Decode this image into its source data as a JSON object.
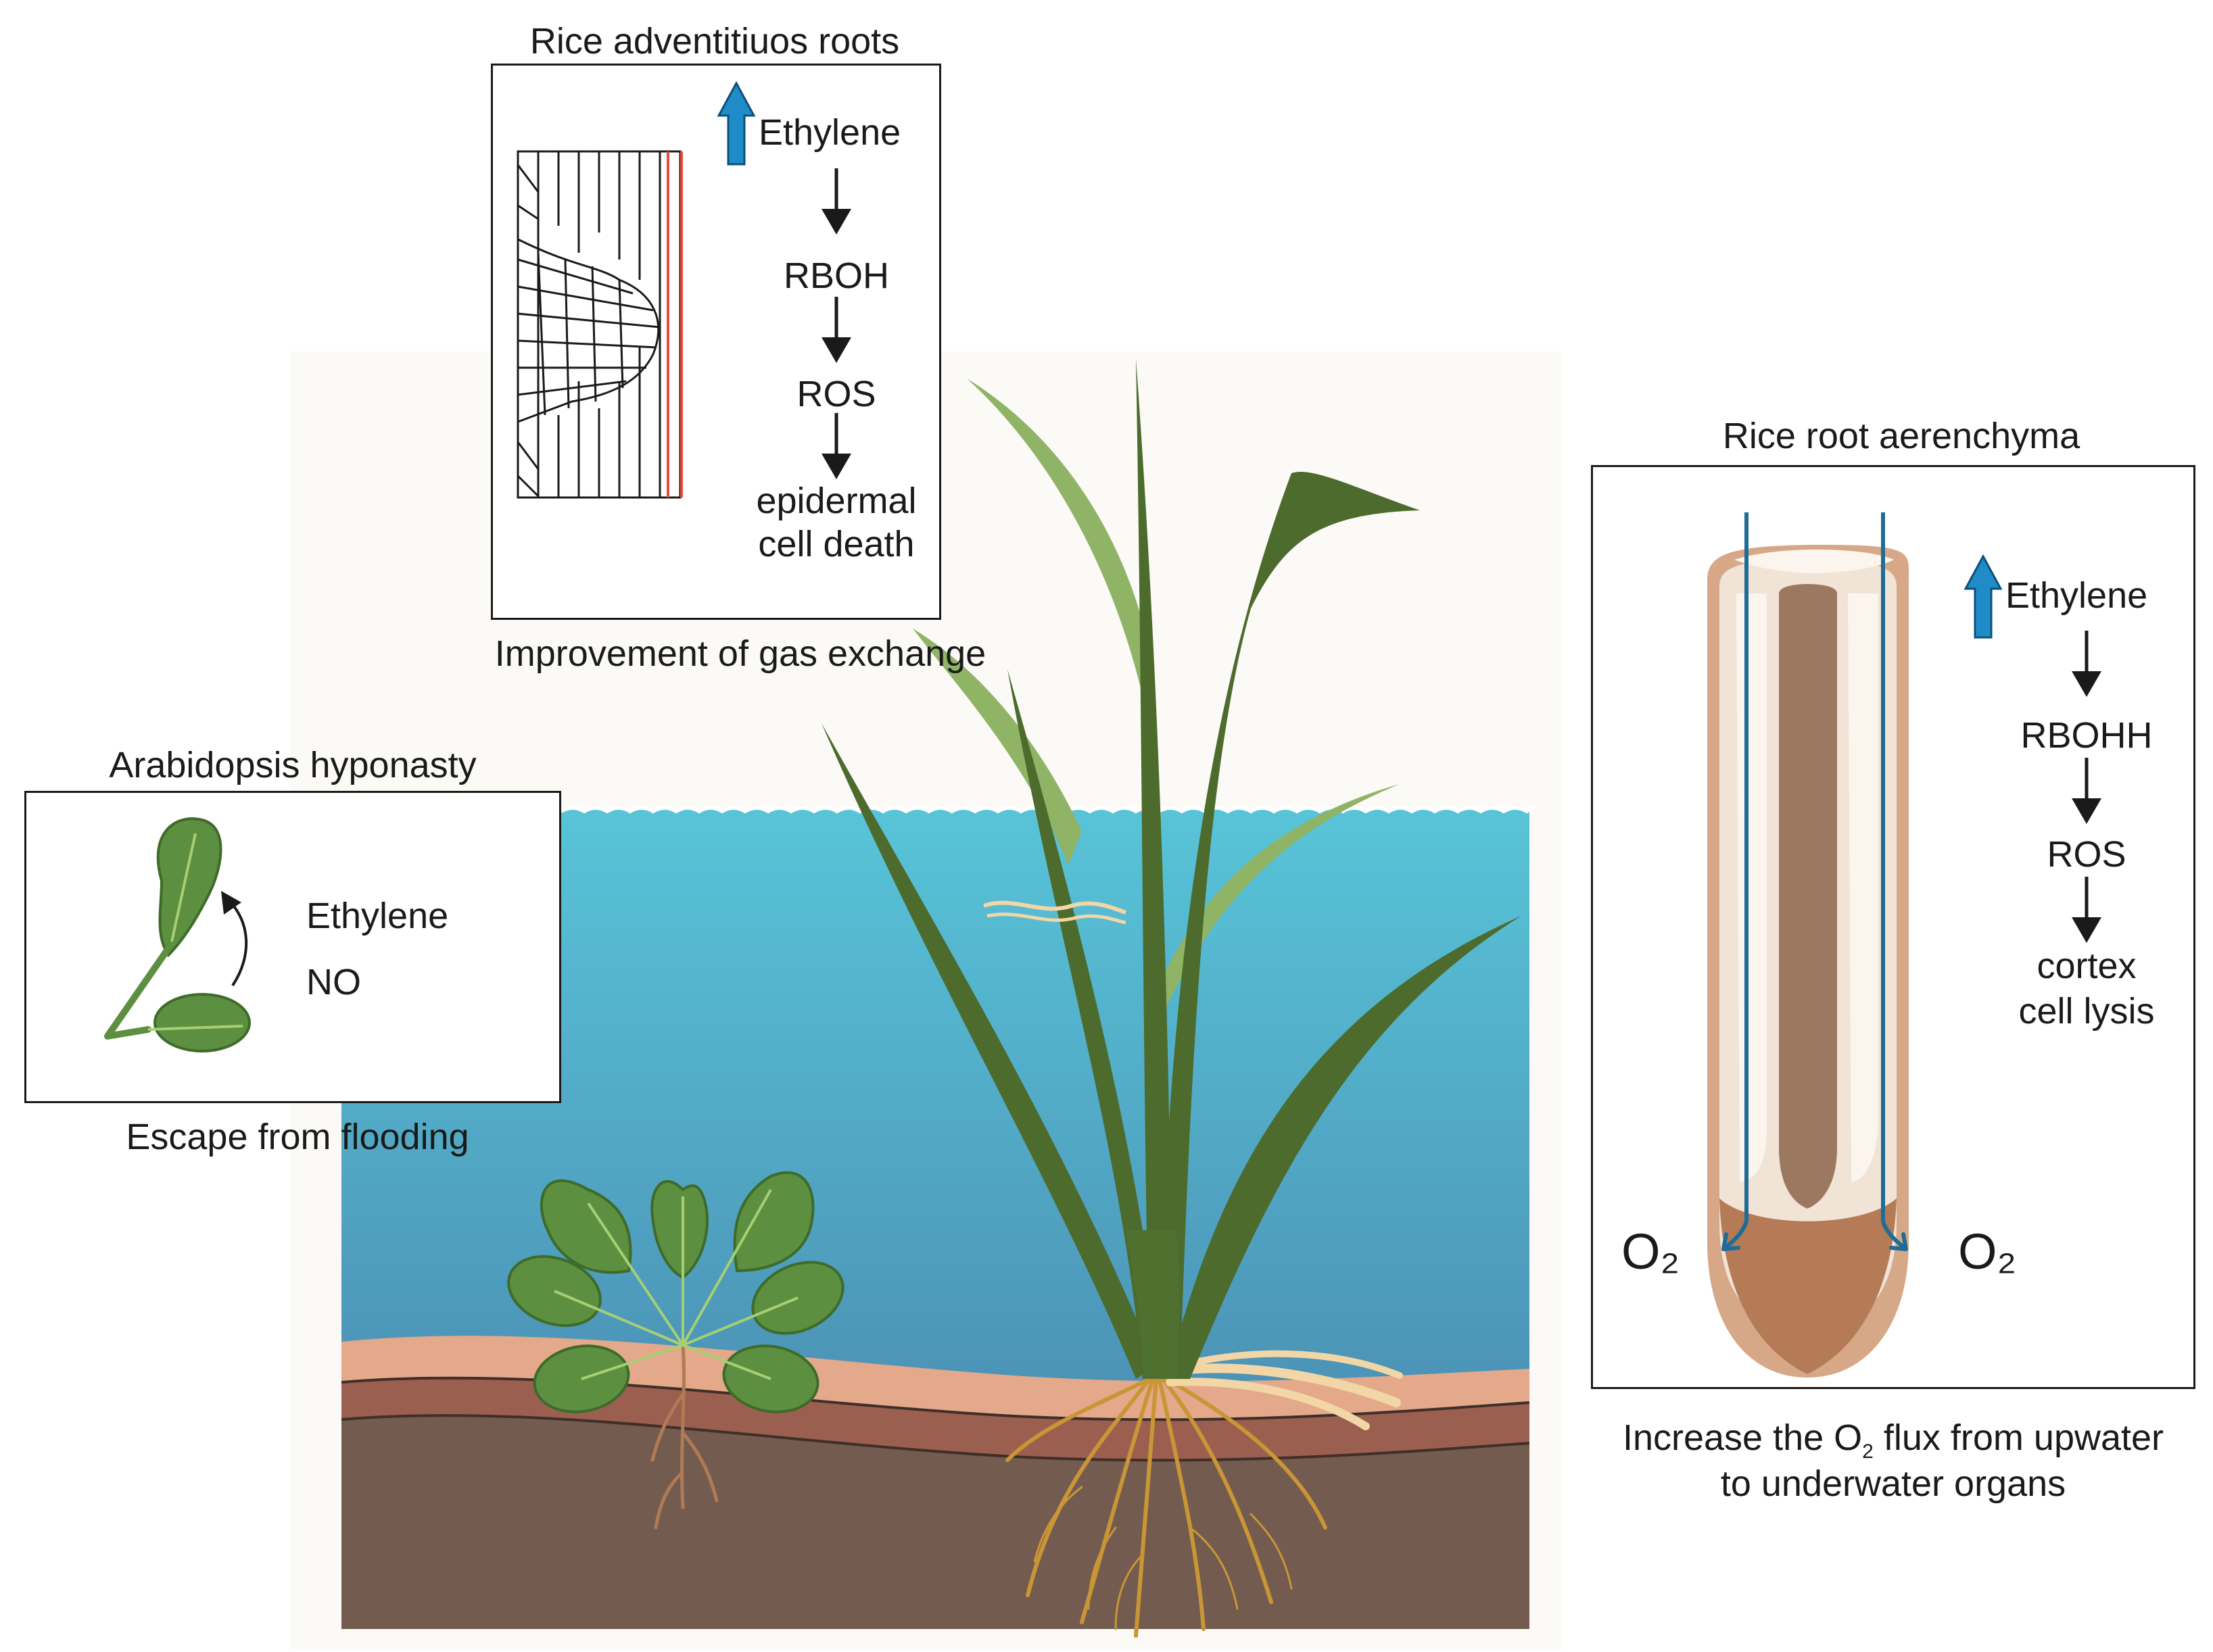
{
  "rice_adventitious_panel": {
    "title": "Rice adventitiuos roots",
    "caption": "Improvement of gas exchange",
    "pathway": [
      "Ethylene",
      "RBOH",
      "ROS",
      "epidermal",
      "cell death"
    ]
  },
  "arabidopsis_panel": {
    "title": "Arabidopsis hyponasty",
    "caption": "Escape from flooding",
    "signals": [
      "Ethylene",
      "NO"
    ]
  },
  "aerenchyma_panel": {
    "title": "Rice root aerenchyma",
    "pathway": [
      "Ethylene",
      "RBOHH",
      "ROS",
      "cortex",
      "cell lysis"
    ],
    "oxygen_left": "O₂",
    "oxygen_right": "O₂",
    "caption_line1_a": "Increase the O",
    "caption_line1_sub": "2",
    "caption_line1_b": " flux from upwater",
    "caption_line2": "to underwater organs"
  },
  "colors": {
    "water_top": "#58c4d8",
    "water_bottom": "#4b8db3",
    "soil_top": "#e3a98a",
    "soil_mid": "#9b5f50",
    "soil_deep": "#735c4f",
    "leaf_dark": "#4d6b2c",
    "leaf_light": "#8fb466",
    "arabidopsis_leaf": "#5c8f3f",
    "ethylene_arrow": "#1f8cc8",
    "o2_flow": "#1f6c96",
    "root_outer": "#d6a888",
    "root_stele": "#9c7860",
    "root_cap": "#b57a56",
    "cell_wall_red": "#e34c3b"
  }
}
